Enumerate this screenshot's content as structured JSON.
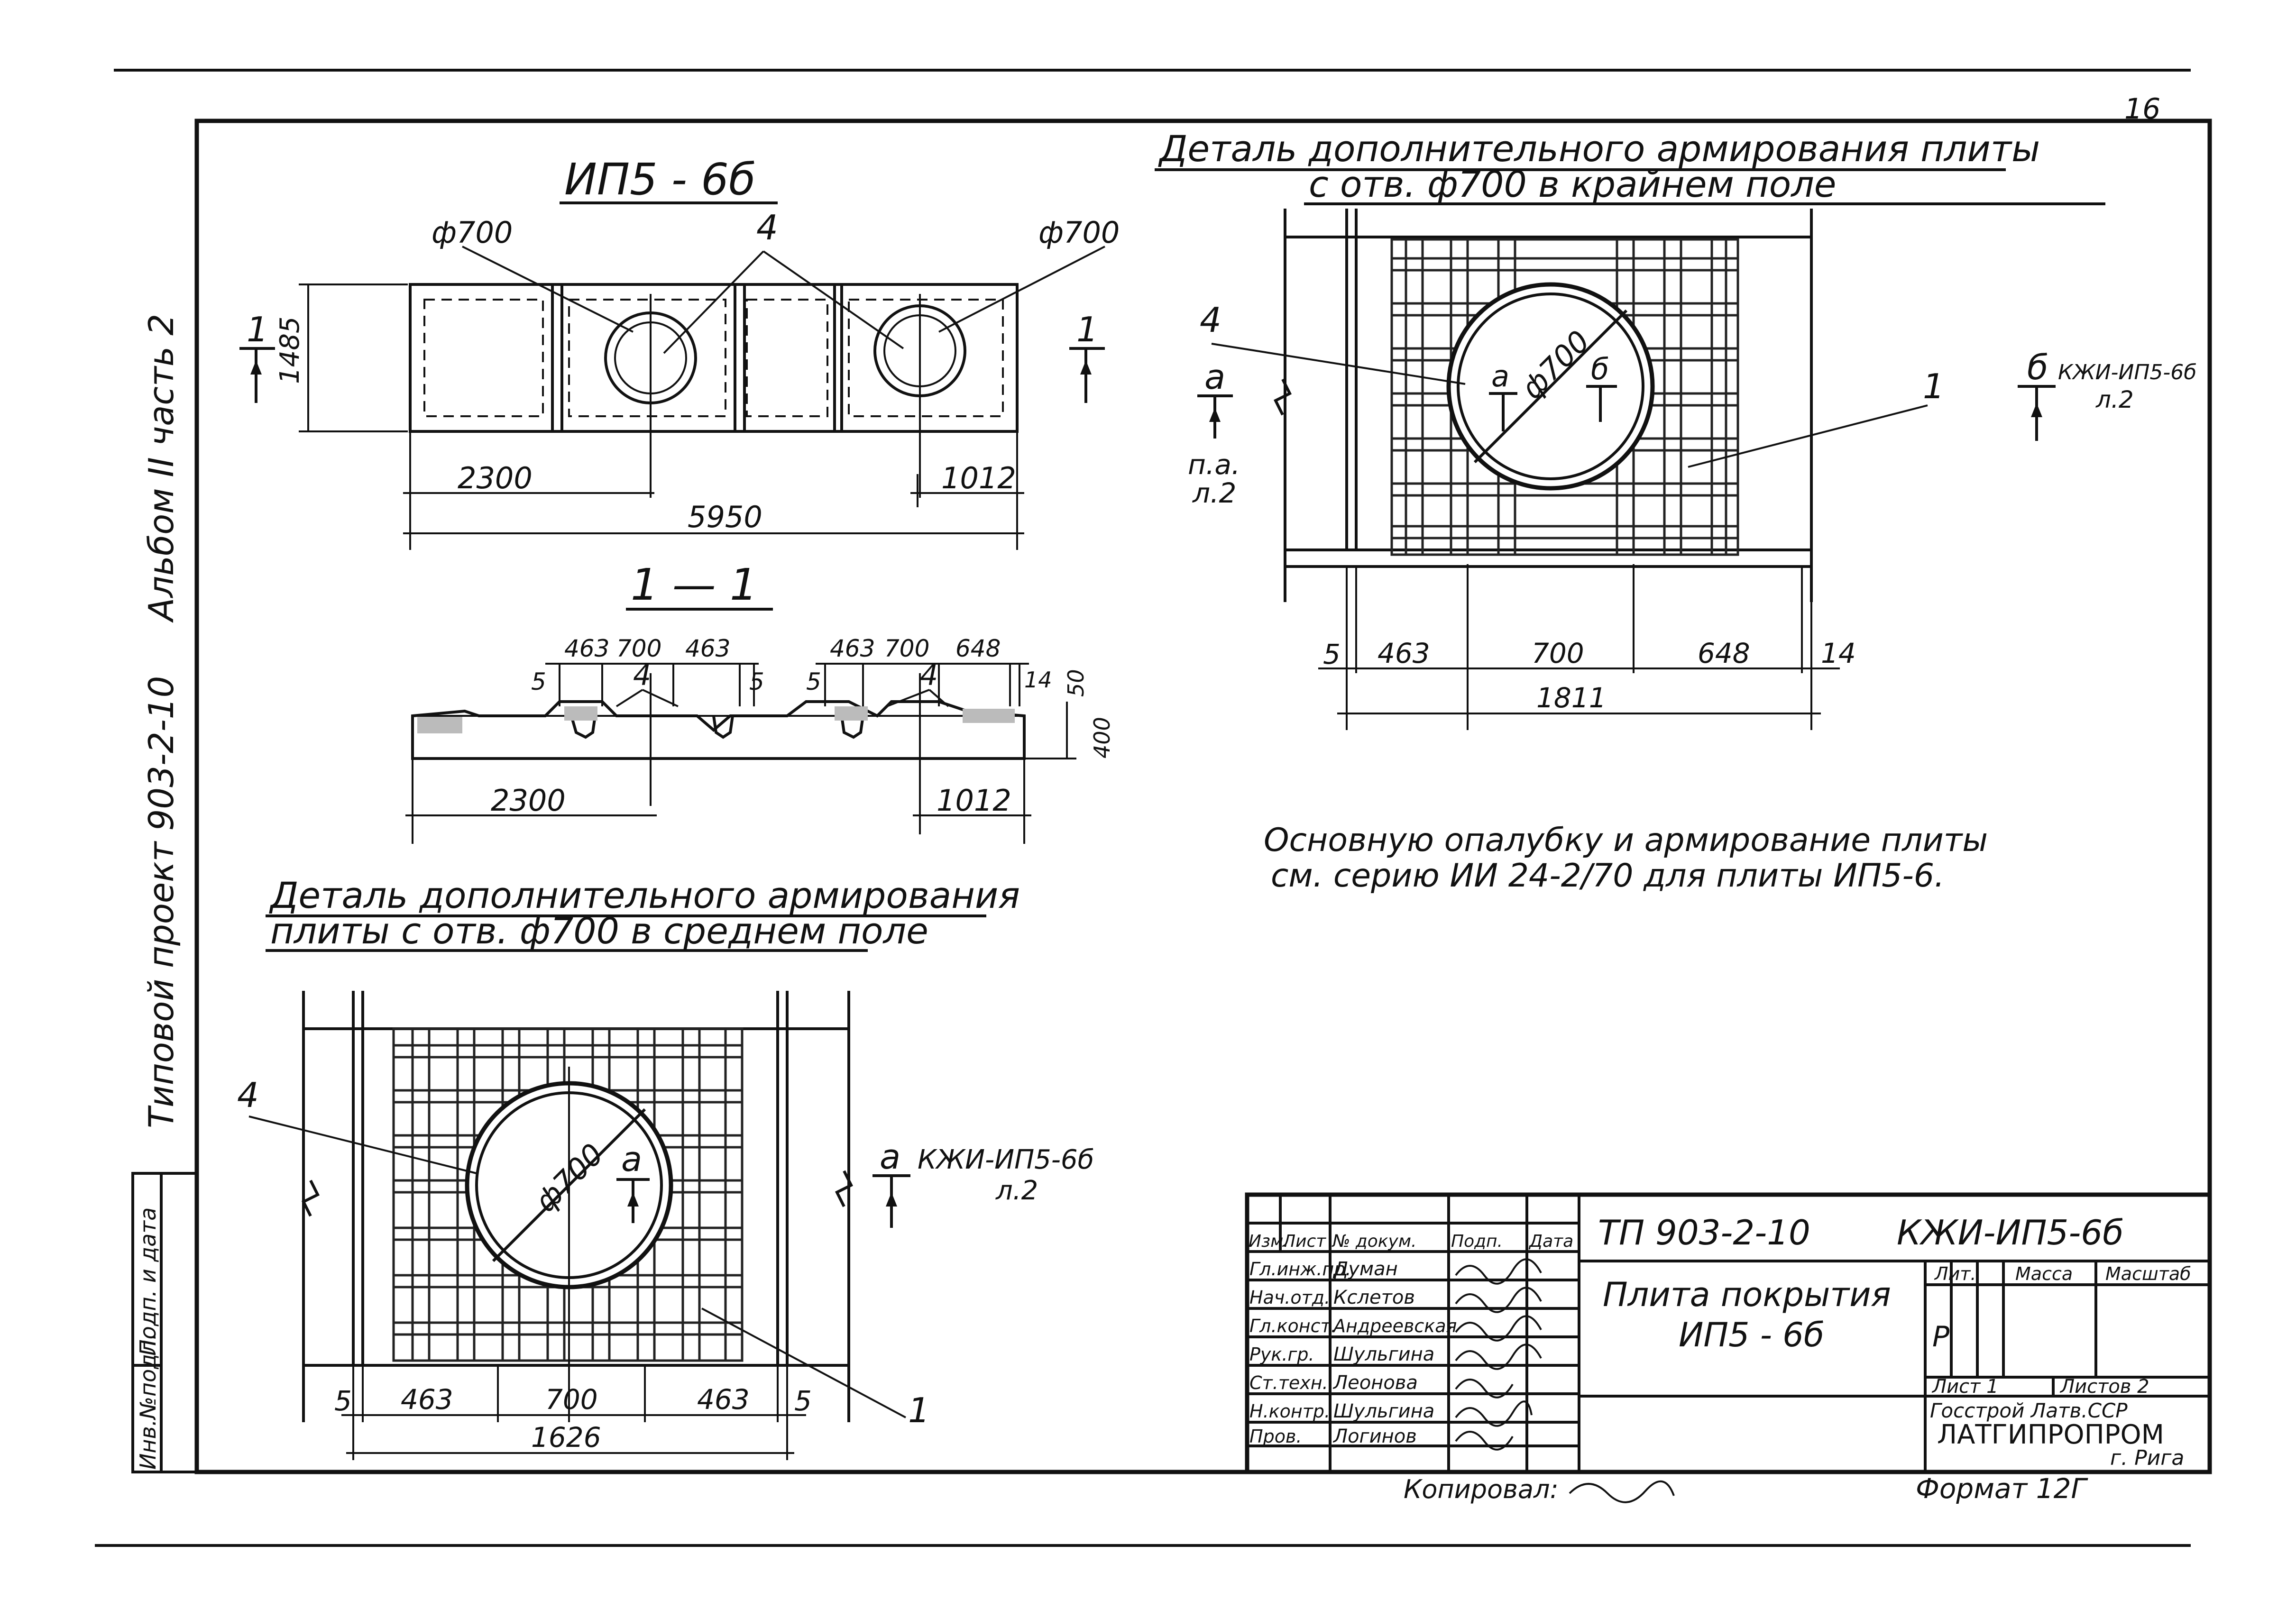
{
  "side_margin": {
    "project": "Типовой проект 903-2-10",
    "album": "Альбом II часть 2"
  },
  "stamp_column": [
    "Инв.№подл.",
    "Подп. и дата"
  ],
  "page_mark": "16",
  "plan": {
    "title": "ИП5 - 6б",
    "hole_left": "ф700",
    "hole_right": "ф700",
    "rebar_mark": "4",
    "section_mark_left": "1",
    "section_mark_right": "1",
    "height_dim": "1485",
    "dim_left": "2300",
    "dim_right": "1012",
    "dim_total": "5950"
  },
  "section": {
    "title": "1 — 1",
    "dims_left": [
      "463",
      "700",
      "463"
    ],
    "dims_right": [
      "463",
      "700",
      "648"
    ],
    "dim_5a": "5",
    "dim_5b": "5",
    "dim_5c": "5",
    "dim_14": "14",
    "dim_50": "50",
    "dim_400": "400",
    "mark_left": "4",
    "mark_right": "4",
    "dim_left": "2300",
    "dim_right": "1012"
  },
  "detail_edge": {
    "title_line1": "Деталь дополнительного армирования плиты",
    "title_line2": "с отв. ф700 в крайнем поле",
    "diameter": "ф700",
    "mark_a": "а",
    "mark_b": "б",
    "mark_4": "4",
    "mark_1": "1",
    "ref_a_letter": "а",
    "ref_a_note1": "п.а.",
    "ref_a_note2": "л.2",
    "ref_b_letter": "б",
    "ref_b_doc": "КЖИ-ИП5-6б",
    "ref_b_sheet": "л.2",
    "dims": [
      "5",
      "463",
      "700",
      "648",
      "14"
    ],
    "dim_total": "1811"
  },
  "note": {
    "line1": "Основную опалубку и армирование плиты",
    "line2": "см. серию ИИ 24-2/70 для плиты ИП5-6."
  },
  "detail_mid": {
    "title_line1": "Деталь дополнительного армирования",
    "title_line2": "плиты с отв. ф700 в среднем поле",
    "diameter": "ф700",
    "mark_a": "а",
    "mark_4": "4",
    "mark_1": "1",
    "ref_letter": "а",
    "ref_doc": "КЖИ-ИП5-6б",
    "ref_sheet": "л.2",
    "dims": [
      "5",
      "463",
      "700",
      "463",
      "5"
    ],
    "dim_total": "1626"
  },
  "title_block": {
    "project_code": "ТП 903-2-10",
    "drawing_code": "КЖИ-ИП5-6б",
    "name_line1": "Плита покрытия",
    "name_line2": "ИП5 - 6б",
    "header": [
      "Изм.",
      "Лист",
      "№ докум.",
      "Подп.",
      "Дата"
    ],
    "rows": [
      {
        "role": "Гл.инж.пр.",
        "name": "Думан"
      },
      {
        "role": "Нач.отд.",
        "name": "Кслетов"
      },
      {
        "role": "Гл.конст.",
        "name": "Андреевская"
      },
      {
        "role": "Рук.гр.",
        "name": "Шульгина"
      },
      {
        "role": "Ст.техн.",
        "name": "Леонова"
      },
      {
        "role": "Н.контр.",
        "name": "Шульгина"
      },
      {
        "role": "Пров.",
        "name": "Логинов"
      }
    ],
    "stage_header": [
      "Лит.",
      "Масса",
      "Масштаб"
    ],
    "stage": "Р",
    "sheet": "Лист 1",
    "sheets": "Листов 2",
    "org_line1": "Госстрой Латв.ССР",
    "org_line2": "ЛАТГИПРОПРОМ",
    "org_line3": "г. Рига"
  },
  "footer": {
    "copied": "Копировал:",
    "format": "Формат 12Г"
  }
}
